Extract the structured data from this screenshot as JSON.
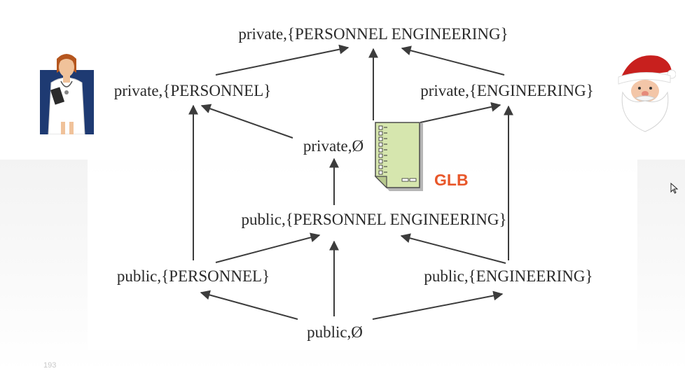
{
  "diagram": {
    "nodes": {
      "top": "private,{PERSONNEL ENGINEERING}",
      "priv_personnel": "private,{PERSONNEL}",
      "priv_engineering": "private,{ENGINEERING}",
      "priv_empty": "private,Ø",
      "pub_both": "public,{PERSONNEL ENGINEERING}",
      "pub_personnel": "public,{PERSONNEL}",
      "pub_engineering": "public,{ENGINEERING}",
      "bottom": "public,Ø"
    },
    "glb_label": "GLB",
    "page_number": "193"
  },
  "icons": {
    "doctor": "doctor-avatar-icon",
    "santa": "santa-avatar-icon",
    "document": "document-icon",
    "cursor": "mouse-cursor-icon"
  },
  "colors": {
    "glb": "#e8572a",
    "document_fill": "#d6e6ae",
    "arrow": "#3c3c3c"
  }
}
